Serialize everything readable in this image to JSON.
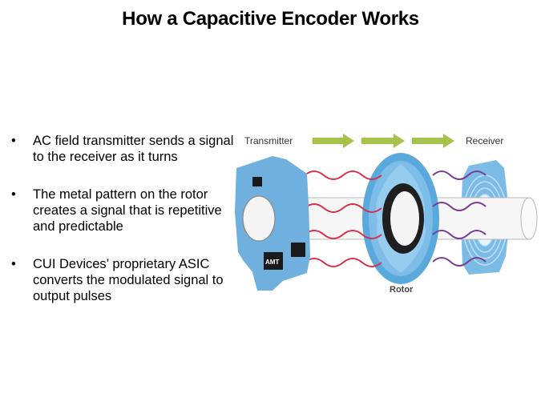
{
  "title": "How a Capacitive Encoder Works",
  "bullets": [
    {
      "glyph": "•",
      "text": "AC field transmitter sends a signal to the receiver as it turns"
    },
    {
      "glyph": "•",
      "text": "The metal pattern on the rotor creates a signal that is repetitive and predictable"
    },
    {
      "glyph": "•",
      "text": "CUI Devices’ proprietary ASIC converts the modulated signal to output pulses"
    }
  ],
  "diagram": {
    "transmitter_label": "Transmitter",
    "receiver_label": "Receiver",
    "rotor_label": "Rotor",
    "chip_label": "AMT",
    "colors": {
      "board": "#6fb0de",
      "arrow": "#a6c24a",
      "wave_red": "#d8304a",
      "wave_purple": "#7a3a96",
      "rotor_ring": "#1f1f1f"
    }
  }
}
